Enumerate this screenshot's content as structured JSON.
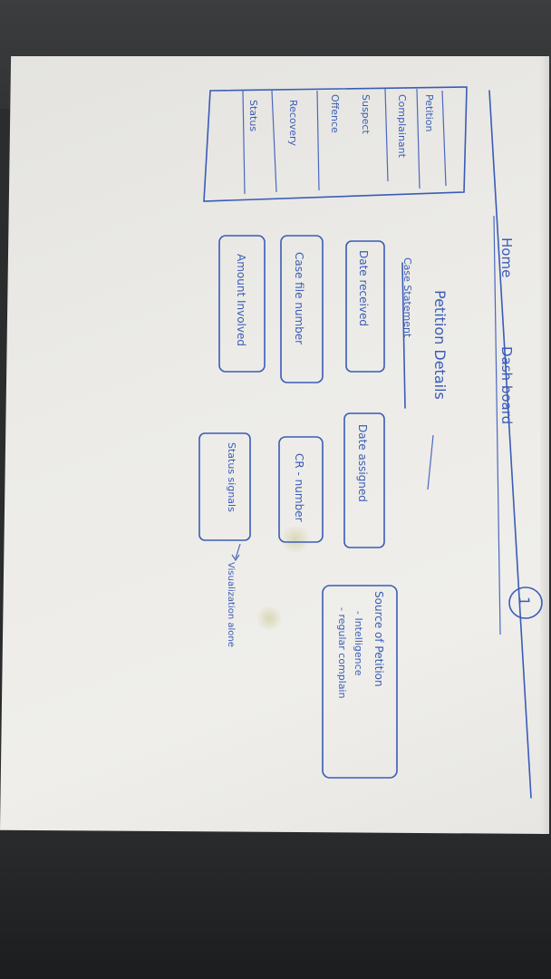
{
  "page_number": "1",
  "navigation": {
    "home": "Home",
    "dashboard": "Dash board"
  },
  "section_title": "Petition Details",
  "sidebar": {
    "items": [
      {
        "label": "Petition"
      },
      {
        "label": "Complainant"
      },
      {
        "label": "Suspect"
      },
      {
        "label": "Offence"
      },
      {
        "label": "Recovery"
      },
      {
        "label": "Status"
      }
    ]
  },
  "fields": {
    "crossed_out_note": "Case Statement",
    "date_received": "Date received",
    "date_assigned": "Date assigned",
    "case_file_number": "Case file number",
    "cr_number": "CR - number",
    "amount_involved": "Amount Involved",
    "status_signals": "Status signals",
    "visualization_note": "Visualization alone",
    "source_of_petition": {
      "title": "Source of Petition",
      "options": [
        "- Intelligence",
        "- regular complain"
      ]
    }
  }
}
